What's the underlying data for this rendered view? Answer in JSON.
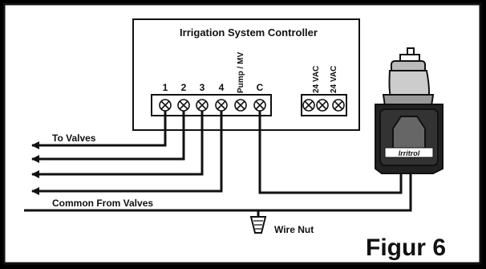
{
  "controller": {
    "title": "Irrigation System Controller",
    "terminals": [
      {
        "label": "1"
      },
      {
        "label": "2"
      },
      {
        "label": "3"
      },
      {
        "label": "4"
      },
      {
        "label": "Pump / MV"
      },
      {
        "label": "C"
      },
      {
        "label": ""
      },
      {
        "label": "24 VAC"
      },
      {
        "label": "24 VAC"
      }
    ]
  },
  "wiring": {
    "valves_label": "To Valves",
    "common_label": "Common From Valves",
    "nut_label": "Wire Nut"
  },
  "valve": {
    "brand": "Irritrol"
  },
  "figure_label": "Figur 6"
}
